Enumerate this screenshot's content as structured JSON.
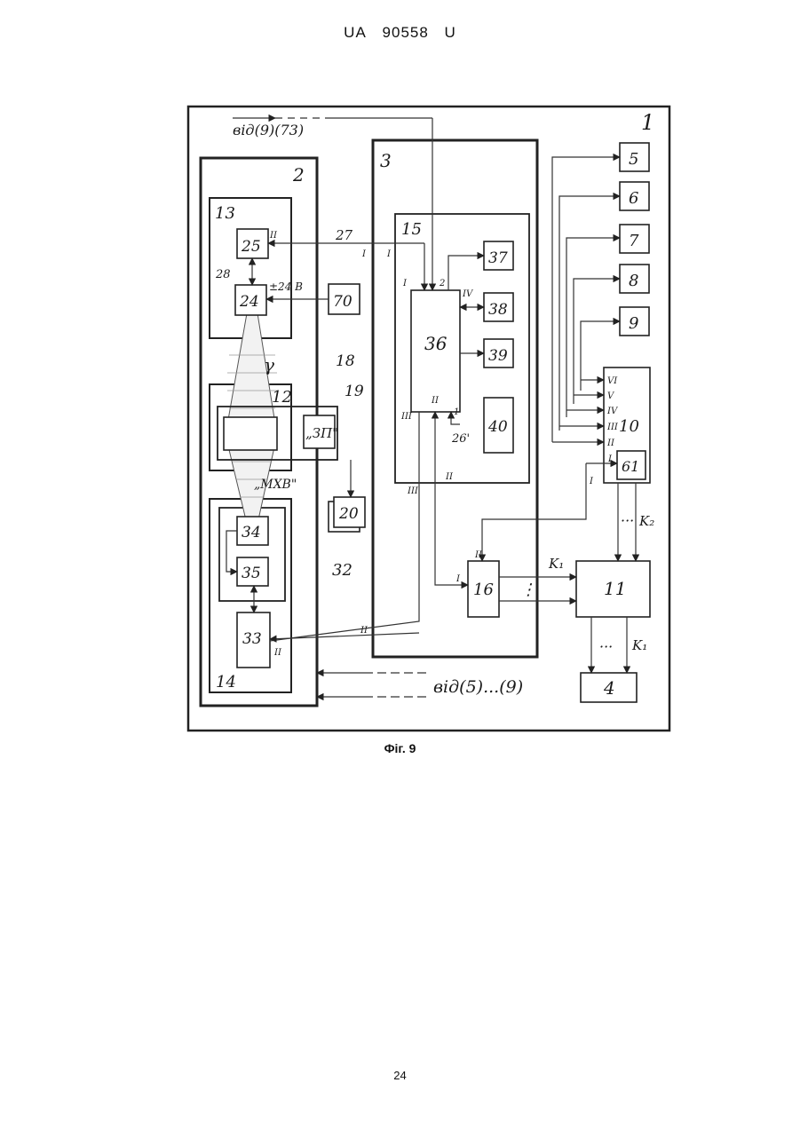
{
  "header": {
    "office": "UA",
    "number": "90558",
    "kind": "U"
  },
  "figure": {
    "caption": "Фіг. 9",
    "inputs": {
      "top": "від(9)(73)",
      "bottom": "від(5)...(9)"
    },
    "frames": {
      "f1": "1",
      "f2": "2",
      "f3": "3",
      "f13": "13",
      "f12": "12",
      "f14": "14",
      "f15": "15",
      "f10": "10"
    },
    "blocks": {
      "b25": "25",
      "b24": "24",
      "b70": "70",
      "b18": "18",
      "b19": "19",
      "b3P": "„ЗП\"",
      "b20": "20",
      "b34": "34",
      "b35": "35",
      "b33": "33",
      "b32": "32",
      "b36": "36",
      "b37": "37",
      "b38": "38",
      "b39": "39",
      "b40": "40",
      "b5": "5",
      "b6": "6",
      "b7": "7",
      "b8": "8",
      "b9": "9",
      "b61": "61",
      "b16": "16",
      "b11": "11",
      "b4": "4"
    },
    "labels": {
      "l27": "27",
      "l28": "28",
      "l24v": "±24 В",
      "lgamma": "γ",
      "lmhv": "„МХВ\"",
      "l26p": "26'",
      "lK1a": "K₁",
      "lK1b": "K₁",
      "lK2": "K₂",
      "dots1": "⋮",
      "dots2": "···",
      "dots3": "···"
    },
    "ports": {
      "p25": "II",
      "pI1": "I",
      "pI2": "I",
      "p36I": "I",
      "p36_2": "2",
      "p36IV": "IV",
      "p36II": "II",
      "p36_1": "1",
      "p36III": "III",
      "pIIIlow": "III",
      "p15II": "II",
      "p10VI": "VI",
      "p10V": "V",
      "p10IV": "IV",
      "p10III": "III",
      "p10II": "II",
      "p10I": "I",
      "p61I": "I",
      "p16II": "II",
      "p16I": "I",
      "p33II": "II",
      "p33in": "II"
    }
  }
}
